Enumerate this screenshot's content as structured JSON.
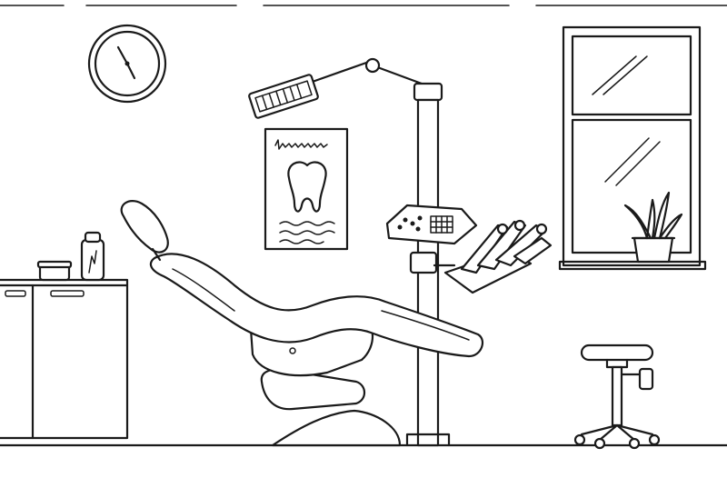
{
  "scene": {
    "description_type": "line-art illustration",
    "style": "black ink sketch on white",
    "stroke_color": "#1a1a1a",
    "background_color": "#ffffff"
  },
  "objects": [
    "wall-clock",
    "dental-lamp",
    "tooth-poster",
    "window",
    "potted-plant",
    "cabinet",
    "jar",
    "bottle",
    "dental-chair",
    "dental-column",
    "control-panel",
    "instrument-tray",
    "dentist-stool"
  ],
  "icons": {
    "clock": "wall-clock-icon",
    "tooth": "tooth-icon",
    "plant": "plant-icon"
  }
}
